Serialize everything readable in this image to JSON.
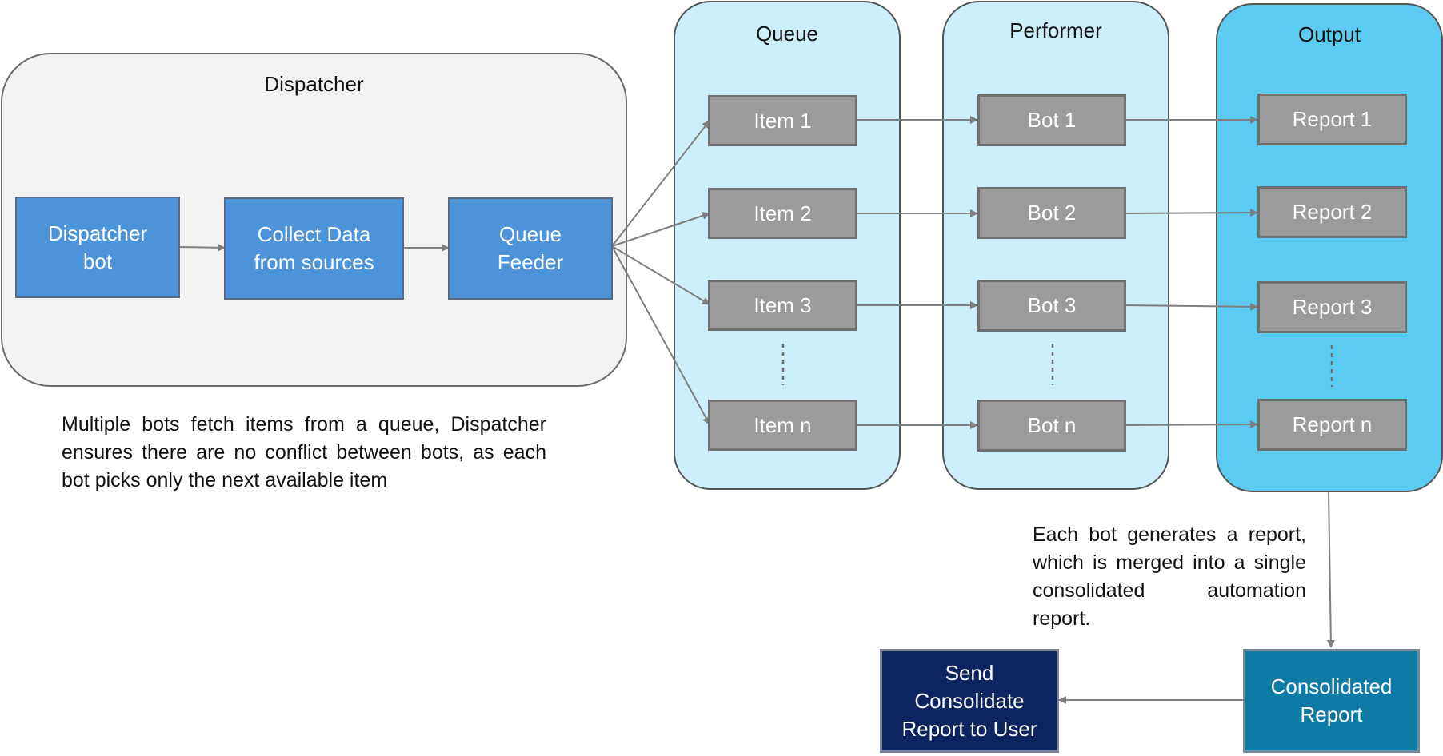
{
  "groups": {
    "dispatcher": "Dispatcher",
    "queue": "Queue",
    "performer": "Performer",
    "output": "Output"
  },
  "dispatcher_nodes": {
    "dispatcher_bot": "Dispatcher\nbot",
    "collect_data": "Collect Data\nfrom sources",
    "queue_feeder": "Queue\nFeeder"
  },
  "queue_items": [
    "Item 1",
    "Item 2",
    "Item 3",
    "Item n"
  ],
  "performer_bots": [
    "Bot 1",
    "Bot 2",
    "Bot 3",
    "Bot n"
  ],
  "output_reports": [
    "Report 1",
    "Report 2",
    "Report 3",
    "Report n"
  ],
  "consolidated_report": "Consolidated\nReport",
  "send_report": "Send\nConsolidate\nReport to User",
  "notes": {
    "dispatcher_note": "Multiple bots fetch items from a queue, Dispatcher ensures there are no conflict between bots, as each bot picks only the next available item",
    "report_note": "Each bot generates a report, which is merged into a single consolidated automation report."
  },
  "colors": {
    "dispatcher_bg": "#f2f2f2",
    "lane_bg": "#cdeefb",
    "output_bg": "#5ccbf1",
    "blue_node": "#4d93d9",
    "gray_node": "#9b9b9b",
    "navy_node": "#0c2460",
    "teal_node": "#0e7aa6",
    "connector": "#7f7f7f"
  }
}
